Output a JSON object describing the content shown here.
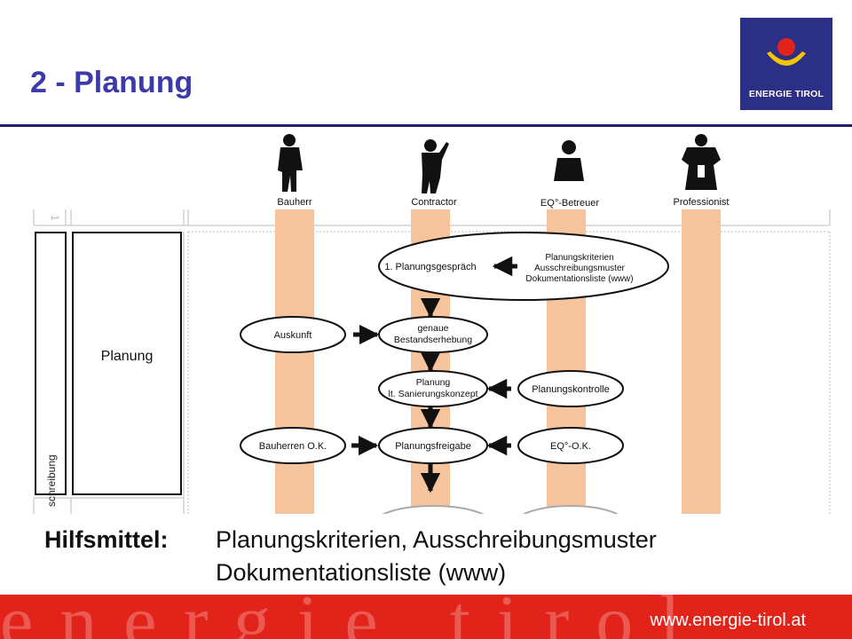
{
  "slide": {
    "title": "2 - Planung",
    "logo_text": "ENERGIE TIROL"
  },
  "roles": [
    "Bauherr",
    "Contractor",
    "EQ°-Betreuer",
    "Professionist"
  ],
  "left_panel": {
    "phase_label": "Planung",
    "row_number": "1",
    "vertical_fragment": "schreibung"
  },
  "nodes": {
    "planungsgespraech": "1. Planungsgespräch",
    "planungskriterien_lines": [
      "Planungskriterien",
      "Ausschreibungsmuster",
      "Dokumentationsliste (www)"
    ],
    "auskunft": "Auskunft",
    "bestandserhebung_lines": [
      "genaue",
      "Bestandserhebung"
    ],
    "planung_lines": [
      "Planung",
      "lt. Sanierungskonzept"
    ],
    "planungskontrolle": "Planungskontrolle",
    "bauherren_ok": "Bauherren O.K.",
    "planungsfreigabe": "Planungsfreigabe",
    "eq_ok": "EQ°-O.K."
  },
  "colors": {
    "title": "#3c3aa8",
    "lane": "#f6c49c",
    "footer": "#e2231a",
    "logo_bg": "#2c2f86",
    "logo_sun": "#e2231a",
    "logo_arc": "#f5c400"
  },
  "hilfsmittel": {
    "label": "Hilfsmittel:",
    "line1": "Planungskriterien, Ausschreibungsmuster",
    "line2": "Dokumentationsliste (www)"
  },
  "footer": {
    "url": "www.energie-tirol.at",
    "watermark": "energie tirol"
  }
}
